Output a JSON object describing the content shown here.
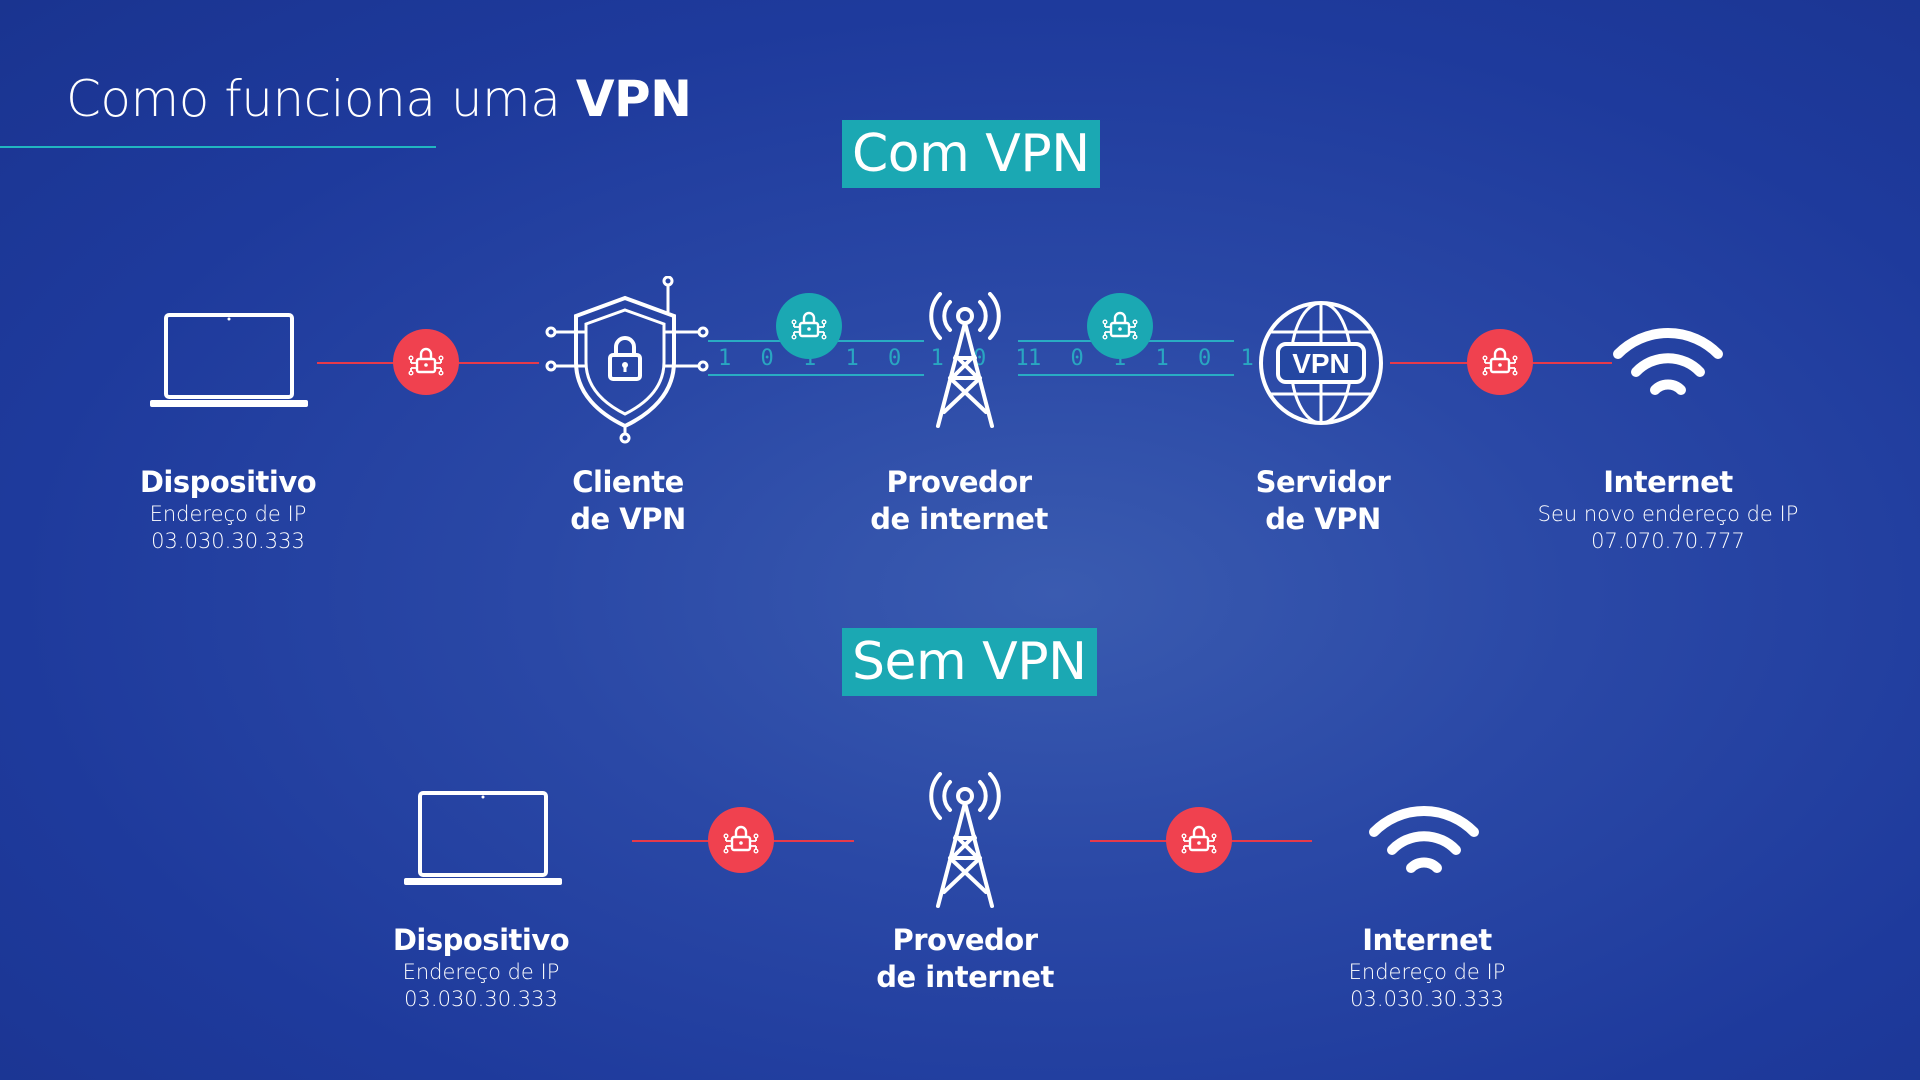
{
  "title": {
    "light": "Como funciona uma",
    "bold": "VPN"
  },
  "with_vpn": {
    "badge": "Com VPN",
    "nodes": [
      {
        "name": "Dispositivo",
        "sub1": "Endereço de IP",
        "sub2": "03.030.30.333",
        "icon": "laptop-icon"
      },
      {
        "name1": "Cliente",
        "name2": "de VPN",
        "icon": "shield-lock-icon"
      },
      {
        "name1": "Provedor",
        "name2": "de internet",
        "icon": "cell-tower-icon"
      },
      {
        "name1": "Servidor",
        "name2": "de VPN",
        "icon": "vpn-globe-icon",
        "icon_text": "VPN"
      },
      {
        "name": "Internet",
        "sub1": "Seu novo endereço de IP",
        "sub2": "07.070.70.777",
        "icon": "wifi-icon"
      }
    ],
    "bits": "1 0 1 1 0 1 0 1"
  },
  "without_vpn": {
    "badge": "Sem VPN",
    "nodes": [
      {
        "name": "Dispositivo",
        "sub1": "Endereço de IP",
        "sub2": "03.030.30.333",
        "icon": "laptop-icon"
      },
      {
        "name1": "Provedor",
        "name2": "de internet",
        "icon": "cell-tower-icon"
      },
      {
        "name": "Internet",
        "sub1": "Endereço de IP",
        "sub2": "03.030.30.333",
        "icon": "wifi-icon"
      }
    ]
  },
  "colors": {
    "background": "#2243a0",
    "teal": "#1ba8b3",
    "red": "#f0414f",
    "wire": "#e63a4a",
    "white": "#ffffff"
  }
}
